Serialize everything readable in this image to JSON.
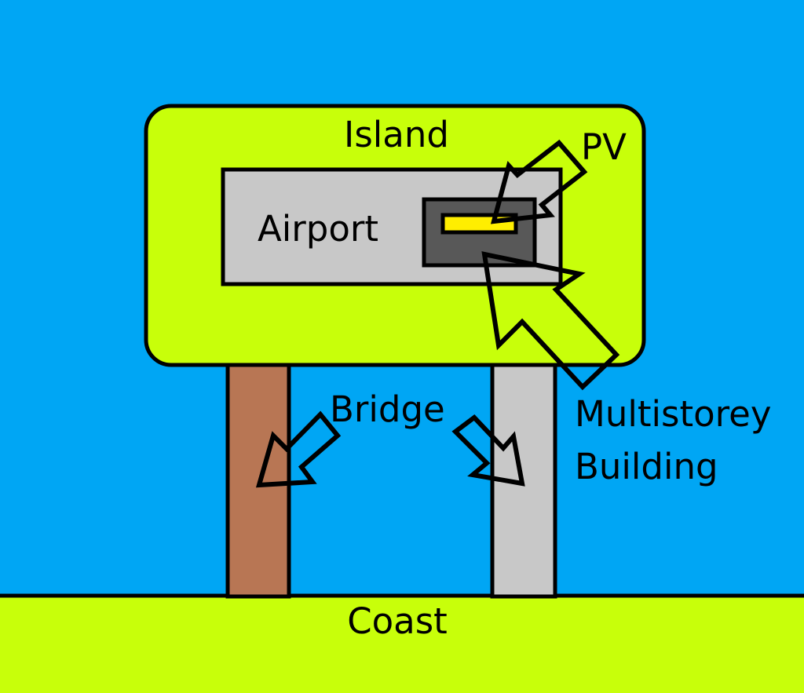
{
  "labels": {
    "island": "Island",
    "pv": "PV",
    "airport": "Airport",
    "bridge": "Bridge",
    "multistorey_line1": "Multistorey",
    "multistorey_line2": "Building",
    "coast": "Coast"
  },
  "colors": {
    "sea": "#00a6f4",
    "land": "#c8ff0a",
    "airport": "#c8c8c8",
    "building": "#585858",
    "pv_panel": "#ffee00",
    "bridge_left": "#b87654",
    "bridge_right": "#c8c8c8",
    "outline": "#000000"
  },
  "arrows": [
    {
      "name": "pv-arrow",
      "points_to": "pv-panel"
    },
    {
      "name": "building-arrow",
      "points_to": "multistorey-building"
    },
    {
      "name": "bridge-left-arrow",
      "points_to": "bridge-left"
    },
    {
      "name": "bridge-right-arrow",
      "points_to": "bridge-right"
    }
  ]
}
